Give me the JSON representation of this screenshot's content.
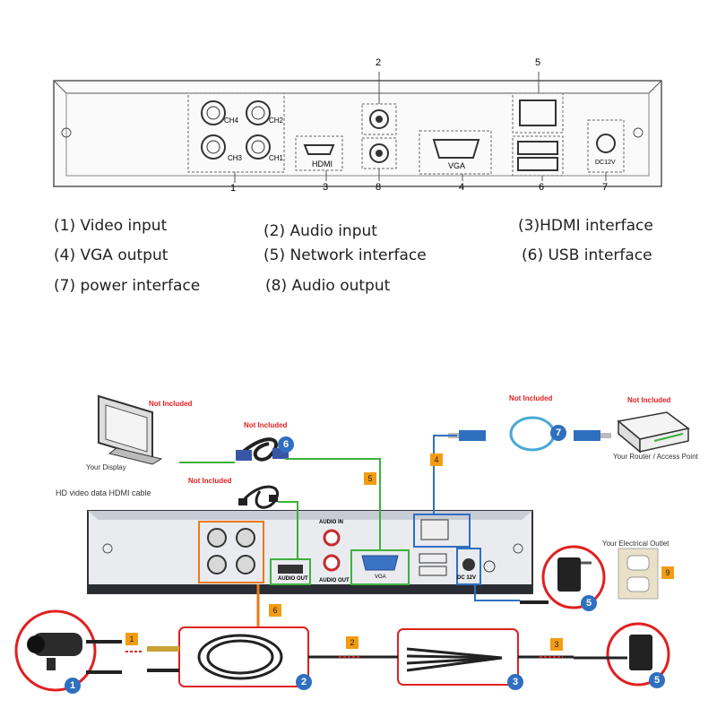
{
  "top_panel": {
    "jack_labels": {
      "ch4": "CH4",
      "ch2": "CH2",
      "ch3": "CH3",
      "ch1": "CH1",
      "hdmi": "HDMI",
      "vga": "VGA",
      "dc": "DC12V"
    },
    "callouts": {
      "n1": "1",
      "n2": "2",
      "n3": "3",
      "n4": "4",
      "n5": "5",
      "n6": "6",
      "n7": "7",
      "n8": "8"
    }
  },
  "legend": {
    "l1": "(1) Video input",
    "l2": "(2) Audio input",
    "l3": "(3)HDMI interface",
    "l4": "(4) VGA output",
    "l5": "(5) Network interface",
    "l6": "(6) USB interface",
    "l7": "(7) power interface",
    "l8": "(8) Audio output"
  },
  "wiring": {
    "not_included": "Not Included",
    "your_display": "Your Display",
    "hdmi_cable": "HD video data HDMI cable",
    "router": "Your Router / Access Point",
    "outlet": "Your Electrical Outlet",
    "audio_in": "AUDIO IN",
    "audio_out": "AUDIO OUT",
    "audio_out2": "AUDIO OUT",
    "vga": "VGA",
    "dc": "DC 12V",
    "steps": {
      "s1": "1",
      "s2": "2",
      "s3": "3",
      "s4": "4",
      "s5": "5",
      "s6": "6",
      "s9": "9"
    },
    "badges": {
      "b1": "1",
      "b2": "2",
      "b3": "3",
      "b5a": "5",
      "b5b": "5",
      "b6": "6",
      "b7": "7"
    }
  },
  "colors": {
    "red": "#e02020",
    "orange": "#e87a1a",
    "green": "#3db03d",
    "blue": "#2f6fc0",
    "badge": "#2f6fc0",
    "step": "#f39c12"
  }
}
